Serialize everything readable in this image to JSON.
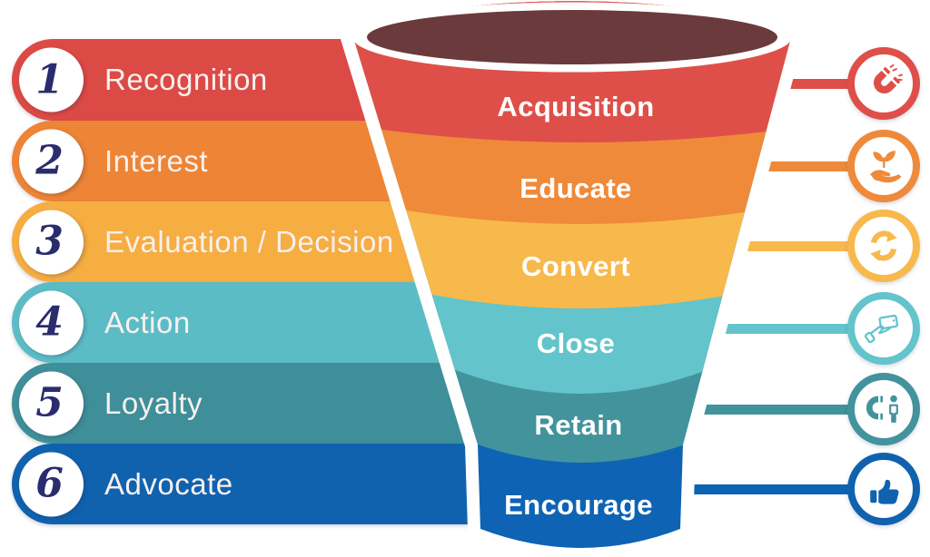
{
  "background_color": "#ffffff",
  "number_color": "#2B2C6E",
  "label_color": "#F8F0EE",
  "left_steps": [
    {
      "num": "1",
      "label": "Recognition",
      "color": "#DC4A45"
    },
    {
      "num": "2",
      "label": "Interest",
      "color": "#EE8435"
    },
    {
      "num": "3",
      "label": "Evaluation / Decision",
      "color": "#F6AD42"
    },
    {
      "num": "4",
      "label": "Action",
      "color": "#5CBCC6"
    },
    {
      "num": "5",
      "label": "Loyalty",
      "color": "#3E8F99"
    },
    {
      "num": "6",
      "label": "Advocate",
      "color": "#1062AF"
    }
  ],
  "funnel": {
    "interior_color": "#6B3A3C",
    "outline_color": "#FFFFFF",
    "label_color": "#FFFFFF",
    "stages": [
      {
        "label": "Acquisition",
        "color": "#DF4F49"
      },
      {
        "label": "Educate",
        "color": "#EF8A3B"
      },
      {
        "label": "Convert",
        "color": "#F8B94C"
      },
      {
        "label": "Close",
        "color": "#63C4CB"
      },
      {
        "label": "Retain",
        "color": "#42939C"
      },
      {
        "label": "Encourage",
        "color": "#0E63B4"
      }
    ]
  },
  "right_icons": [
    {
      "name": "magnet",
      "color": "#DF4F49"
    },
    {
      "name": "seedling-hand",
      "color": "#EF8A3B"
    },
    {
      "name": "sync-arrows",
      "color": "#F8B94C"
    },
    {
      "name": "card-payment",
      "color": "#63C4CB"
    },
    {
      "name": "magnet-person",
      "color": "#42939C"
    },
    {
      "name": "thumbs-up",
      "color": "#1062AF"
    }
  ]
}
